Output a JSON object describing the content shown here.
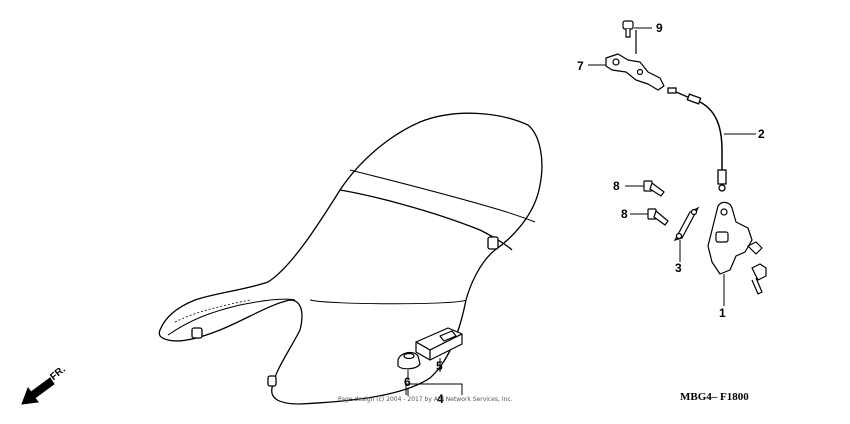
{
  "diagram": {
    "callouts": [
      {
        "id": "p1",
        "text": "1"
      },
      {
        "id": "p2",
        "text": "2"
      },
      {
        "id": "p3",
        "text": "3"
      },
      {
        "id": "p4",
        "text": "4"
      },
      {
        "id": "p5",
        "text": "5"
      },
      {
        "id": "p6",
        "text": "6"
      },
      {
        "id": "p7",
        "text": "7"
      },
      {
        "id": "p8a",
        "text": "8"
      },
      {
        "id": "p8b",
        "text": "8"
      },
      {
        "id": "p9",
        "text": "9"
      }
    ],
    "drawing_code": "MBG4– F1800",
    "copyright": "Page design (c) 2004 - 2017 by ARI Network Services, Inc.",
    "front_marker": "FR."
  }
}
